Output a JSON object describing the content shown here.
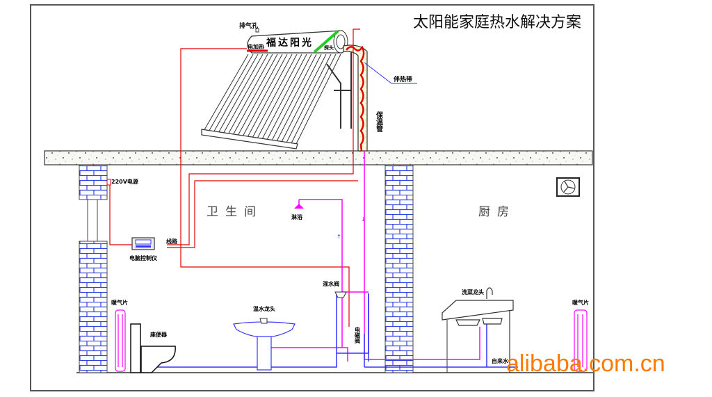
{
  "title": "太阳能家庭热水解决方案",
  "brand_on_tank": "福达阳光",
  "watermark": "alibaba.com.cn",
  "rooms": {
    "bathroom": "卫生间",
    "kitchen": "厨房"
  },
  "labels": {
    "vent_hole": "排气孔",
    "electric_heater": "电加热",
    "sensor": "探头",
    "heat_trace_cable": "伴热带",
    "insulated_pipe": "保温管",
    "power_220v": "220V电源",
    "wiring": "线路",
    "controller": "电脑控制仪",
    "shower": "淋浴",
    "mixing_valve": "混水阀",
    "solenoid_valve": "电磁阀",
    "basin_faucet": "温水龙头",
    "toilet": "座便器",
    "radiator_left": "暖气片",
    "radiator_right": "暖气片",
    "sink_faucet": "洗菜龙头",
    "tap_water": "自来水"
  },
  "icons": [
    "exhaust-fan-icon",
    "shower-head-icon",
    "faucet-icon",
    "radiator-icon",
    "controller-icon"
  ],
  "colors": {
    "hot_pipe": "#ff00ff",
    "cold_pipe": "#3333ff",
    "wire": "#e00000",
    "sensor_line": "#22cc22",
    "brick": "#3344dd",
    "watermark": "#ff7a00"
  }
}
